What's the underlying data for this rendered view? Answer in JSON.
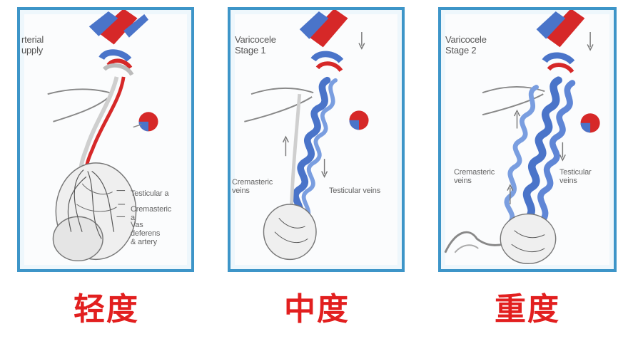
{
  "panels": [
    {
      "title": "rterial\nupply",
      "labels": {
        "testicular": "Testicular a",
        "cremasteric": "Cremasteric\na",
        "vas": "Vas\ndeferens\n& artery"
      },
      "caption": "轻度"
    },
    {
      "title": "Varicocele\nStage 1",
      "labels": {
        "cremasteric": "Cremasteric\nveins",
        "testicular": "Testicular veins"
      },
      "caption": "中度"
    },
    {
      "title": "Varicocele\nStage 2",
      "labels": {
        "cremasteric": "Cremasteric\nveins",
        "testicular": "Testicular\nveins"
      },
      "caption": "重度"
    }
  ],
  "colors": {
    "frame": "#3d95c8",
    "vein": "#4a74c9",
    "artery": "#d62828",
    "caption": "#e21f1f"
  }
}
